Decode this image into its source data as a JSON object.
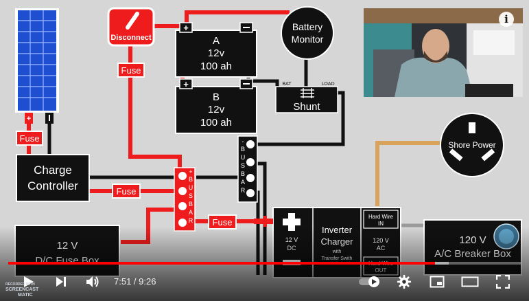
{
  "diagram": {
    "disconnect_label": "Disconnect",
    "fuse_label": "Fuse",
    "battery_a": {
      "name": "A",
      "voltage": "12v",
      "capacity": "100 ah"
    },
    "battery_b": {
      "name": "B",
      "voltage": "12v",
      "capacity": "100 ah"
    },
    "battery_monitor": {
      "line1": "Battery",
      "line2": "Monitor"
    },
    "shunt": {
      "label": "Shunt",
      "bat": "BAT",
      "load": "LOAD"
    },
    "charge_controller": {
      "line1": "Charge",
      "line2": "Controller"
    },
    "busbar_letters": [
      "B",
      "U",
      "S",
      "B",
      "A",
      "R"
    ],
    "busbar_minus": "-",
    "busbar_plus": "+",
    "shore_power": "Shore Power",
    "dc_fuse_box": {
      "line1": "12 V",
      "line2": "D/C Fuse Box"
    },
    "inverter": {
      "dc_line1": "12 V",
      "dc_line2": "DC",
      "name_line1": "Inverter",
      "name_line2": "Charger",
      "sub_line1": "with",
      "sub_line2": "Transfer Swith",
      "hardwire_in_line1": "Hard Wire",
      "hardwire_in_line2": "IN",
      "ac_line1": "120 V",
      "ac_line2": "AC",
      "hardwire_out_line1": "Hard Wire",
      "hardwire_out_line2": "OUT"
    },
    "ac_breaker_box": {
      "line1": "120 V",
      "line2": "A/C Breaker Box"
    }
  },
  "player": {
    "current_time": "7:51",
    "separator": " / ",
    "duration": "9:26",
    "progress_fraction": 0.832,
    "buffer_fraction": 0.86,
    "accent_color": "#ff0000",
    "icons": [
      "info-icon",
      "play-icon",
      "next-icon",
      "volume-icon",
      "autoplay-toggle-icon",
      "settings-gear-icon",
      "miniplayer-icon",
      "theater-mode-icon",
      "fullscreen-icon"
    ]
  },
  "watermark": {
    "line1": "RECORDED WITH",
    "line2": "SCREENCAST",
    "line3": "MATIC"
  }
}
